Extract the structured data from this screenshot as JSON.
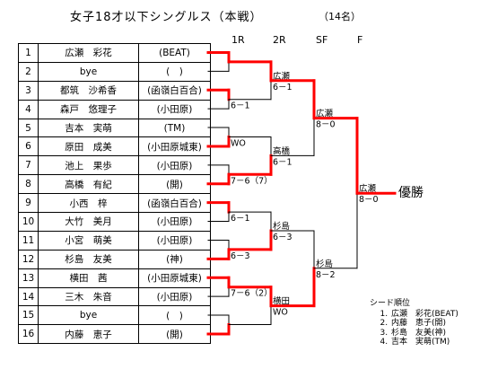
{
  "header": {
    "title": "女子18才以下シングルス（本戦）",
    "entry_count": "（14名）"
  },
  "rounds": [
    "1R",
    "2R",
    "SF",
    "F"
  ],
  "players": [
    {
      "no": "1",
      "name": "広瀬　彩花",
      "club": "(BEAT)"
    },
    {
      "no": "2",
      "name": "bye",
      "club": "(　)"
    },
    {
      "no": "3",
      "name": "都筑　沙希香",
      "club": "(函嶺白百合)"
    },
    {
      "no": "4",
      "name": "森戸　悠理子",
      "club": "(小田原)"
    },
    {
      "no": "5",
      "name": "吉本　実萌",
      "club": "(TM)"
    },
    {
      "no": "6",
      "name": "原田　成美",
      "club": "(小田原城東)"
    },
    {
      "no": "7",
      "name": "池上　果歩",
      "club": "(小田原)"
    },
    {
      "no": "8",
      "name": "高橋　有紀",
      "club": "(開)"
    },
    {
      "no": "9",
      "name": "小西　梓",
      "club": "(函嶺白百合)"
    },
    {
      "no": "10",
      "name": "大竹　美月",
      "club": "(小田原)"
    },
    {
      "no": "11",
      "name": "小宮　萌美",
      "club": "(小田原)"
    },
    {
      "no": "12",
      "name": "杉島　友美",
      "club": "(神)"
    },
    {
      "no": "13",
      "name": "横田　茜",
      "club": "(小田原城東)"
    },
    {
      "no": "14",
      "name": "三木　朱音",
      "club": "(小田原)"
    },
    {
      "no": "15",
      "name": "bye",
      "club": "(　)"
    },
    {
      "no": "16",
      "name": "内藤　恵子",
      "club": "(開)"
    }
  ],
  "results": {
    "r1": [
      {
        "winner": "",
        "score": ""
      },
      {
        "winner": "",
        "score": "6－1"
      },
      {
        "winner": "",
        "score": "WO"
      },
      {
        "winner": "",
        "score": "7－6（7）"
      },
      {
        "winner": "",
        "score": "6－1"
      },
      {
        "winner": "",
        "score": "6－3"
      },
      {
        "winner": "",
        "score": "7－6（2）"
      },
      {
        "winner": "",
        "score": ""
      }
    ],
    "r2": [
      {
        "winner": "広瀬",
        "score": "6－1"
      },
      {
        "winner": "高橋",
        "score": "6－1"
      },
      {
        "winner": "杉島",
        "score": "6－3"
      },
      {
        "winner": "横田",
        "score": "WO"
      }
    ],
    "sf": [
      {
        "winner": "広瀬",
        "score": "8－0"
      },
      {
        "winner": "杉島",
        "score": "8－2"
      }
    ],
    "final": {
      "winner": "広瀬",
      "score": "8－0"
    },
    "champion_label": "優勝"
  },
  "seeds": {
    "title": "シード順位",
    "items": [
      "広瀬　彩花(BEAT)",
      "内藤　恵子(開)",
      "杉島　友美(神)",
      "吉本　実萌(TM)"
    ]
  },
  "colors": {
    "winner_line": "#ff0000",
    "loser_line": "#000000"
  },
  "bracket_paths": {
    "r1": [
      0,
      0,
      1,
      1,
      0,
      1,
      0,
      1
    ],
    "r2": [
      0,
      1,
      1,
      0
    ],
    "sf": [
      0,
      1
    ],
    "final": 0
  }
}
